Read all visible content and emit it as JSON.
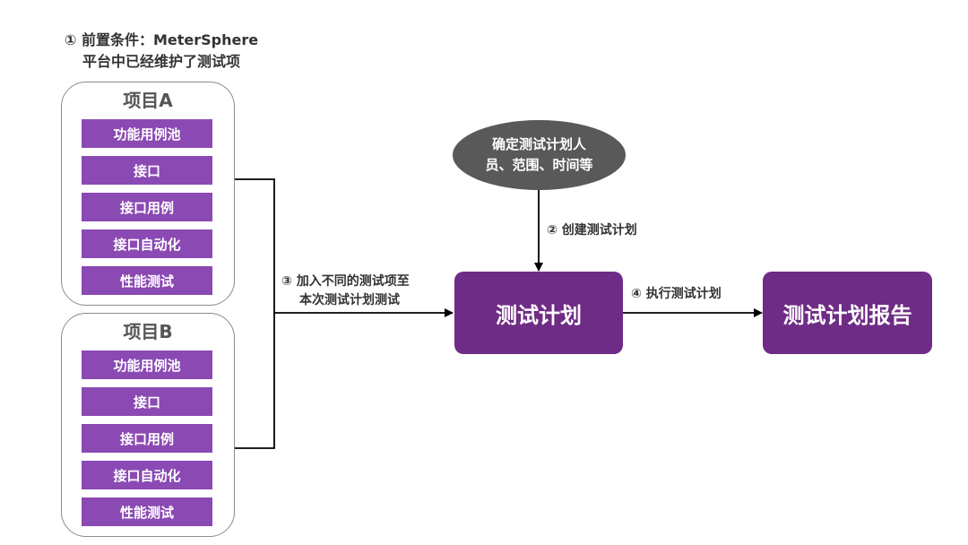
{
  "precondition": {
    "line1": "① 前置条件：MeterSphere",
    "line2": "平台中已经维护了测试项"
  },
  "projects": [
    {
      "title": "项目A",
      "items": [
        "功能用例池",
        "接口",
        "接口用例",
        "接口自动化",
        "性能测试"
      ]
    },
    {
      "title": "项目B",
      "items": [
        "功能用例池",
        "接口",
        "接口用例",
        "接口自动化",
        "性能测试"
      ]
    }
  ],
  "decide": {
    "line1": "确定测试计划人",
    "line2": "员、范围、时间等"
  },
  "steps": {
    "create": "② 创建测试计划",
    "add_line1": "③ 加入不同的测试项至",
    "add_line2": "本次测试计划测试",
    "execute": "④ 执行测试计划"
  },
  "nodes": {
    "test_plan": "测试计划",
    "report": "测试计划报告"
  },
  "colors": {
    "item": "#8b4ab3",
    "node": "#6f2c86",
    "ellipse": "#595959",
    "border": "#8c8c8c"
  }
}
